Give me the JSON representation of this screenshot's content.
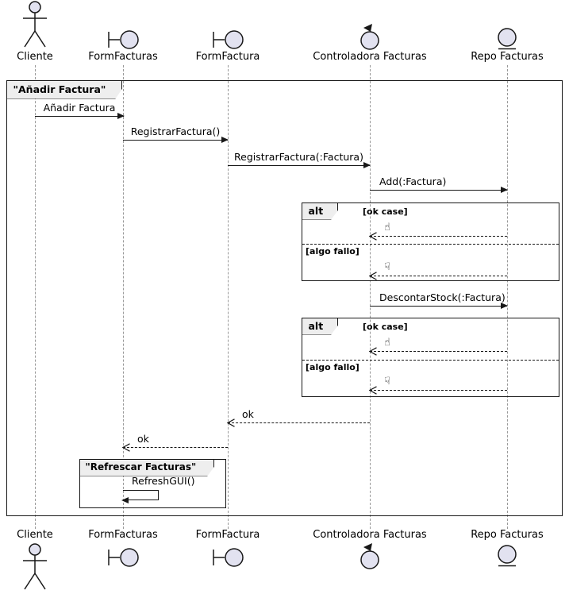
{
  "participants": [
    {
      "label": "Cliente",
      "icon": "actor"
    },
    {
      "label": "FormFacturas",
      "icon": "boundary"
    },
    {
      "label": "FormFactura",
      "icon": "boundary"
    },
    {
      "label": "Controladora Facturas",
      "icon": "control"
    },
    {
      "label": "Repo Facturas",
      "icon": "entity"
    }
  ],
  "main_frame": {
    "title": "\"Añadir Factura\""
  },
  "messages": {
    "anadir": "Añadir Factura",
    "registrar": "RegistrarFactura()",
    "registrar_param": "RegistrarFactura(:Factura)",
    "add": "Add(:Factura)",
    "descontar": "DescontarStock(:Factura)",
    "ok_to_formfactura": "ok",
    "ok_to_formfacturas": "ok",
    "refresh": "RefreshGUI()"
  },
  "alt1": {
    "operator": "alt",
    "guard_ok": "[ok case]",
    "result_ok": "☝",
    "guard_fail": "[algo fallo]",
    "result_fail": "☟"
  },
  "alt2": {
    "operator": "alt",
    "guard_ok": "[ok case]",
    "result_ok": "☝",
    "guard_fail": "[algo fallo]",
    "result_fail": "☟"
  },
  "refresh_frame": {
    "title": "\"Refrescar Facturas\""
  },
  "colors": {
    "icon_fill": "#E2E2F0",
    "stroke": "#181818"
  }
}
